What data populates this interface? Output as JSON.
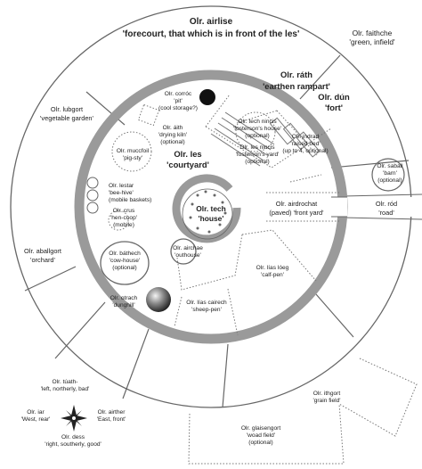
{
  "labels": {
    "airlise": [
      "Olr. airlise",
      "'forecourt, that which is in front of the les'"
    ],
    "faithche": [
      "Olr. faithche",
      "'green, infield'"
    ],
    "rath": [
      "Olr. ráth",
      "'earthen rampart'"
    ],
    "dun": [
      "Olr. dún",
      "'fort'"
    ],
    "lubgort": [
      "Olr. lubgort",
      "'vegetable garden'"
    ],
    "corroc": [
      "Olr. corróc",
      "'pit'",
      "(cool storage?)"
    ],
    "aith": [
      "Olr. áith",
      "'drying kiln'",
      "(optional)"
    ],
    "tech_nincis": [
      "Olr. tech nincis",
      "'fosterson's house'",
      "(optional)"
    ],
    "les_nincis": [
      "Olr. les nincis",
      "'fosterson's yard'",
      "(optional)"
    ],
    "indrad": [
      "Olr. indrad",
      "'raised bed'",
      "(up to 4, optional)"
    ],
    "muccfoil": [
      "Olr. muccfoil",
      "'pig-sty'"
    ],
    "les": [
      "Olr. les",
      "'courtyard'"
    ],
    "lestar": [
      "Olr. lestar",
      "'bee-hive'",
      "(mobile baskets)"
    ],
    "crus": [
      "Olr. crus",
      "'hen-coop'",
      "(mobile)"
    ],
    "saball": [
      "Olr. saball",
      "'barn'",
      "(optional)"
    ],
    "tech": [
      "Olr. tech",
      "'house'"
    ],
    "airdrochat": [
      "Olr. airdrochat",
      "(paved) 'front yard'"
    ],
    "rod": [
      "Olr. ród",
      "'road'"
    ],
    "aballgort": [
      "Olr. aballgort",
      "'orchard'"
    ],
    "bathech": [
      "Olr. báthech",
      "'cow-house'",
      "(optional)"
    ],
    "airchae": [
      "Olr. airchae",
      "'outhouse'"
    ],
    "lias_loeg": [
      "Olr. lías lóeg",
      "'calf-pen'"
    ],
    "otrach": [
      "Olr. otrach",
      "'dunghill'"
    ],
    "lias_cairech": [
      "Olr. lías cairech",
      "'sheep-pen'"
    ],
    "tuath": [
      "Olr. túath-",
      "'left, northerly, bad'"
    ],
    "iar": [
      "Olr. iar",
      "'West, rear'"
    ],
    "airther": [
      "Olr. airther",
      "'East, front'"
    ],
    "dess": [
      "Olr. dess",
      "'right, southerly, good'"
    ],
    "ithgort": [
      "Olr. ithgort",
      "'grain field'"
    ],
    "glaisengort": [
      "Olr. glaisengort",
      "'woad field'",
      "(optional)"
    ]
  },
  "colors": {
    "rampart": "#9a9a9a",
    "outline": "#555555",
    "text": "#222222",
    "pit": "#111111"
  }
}
